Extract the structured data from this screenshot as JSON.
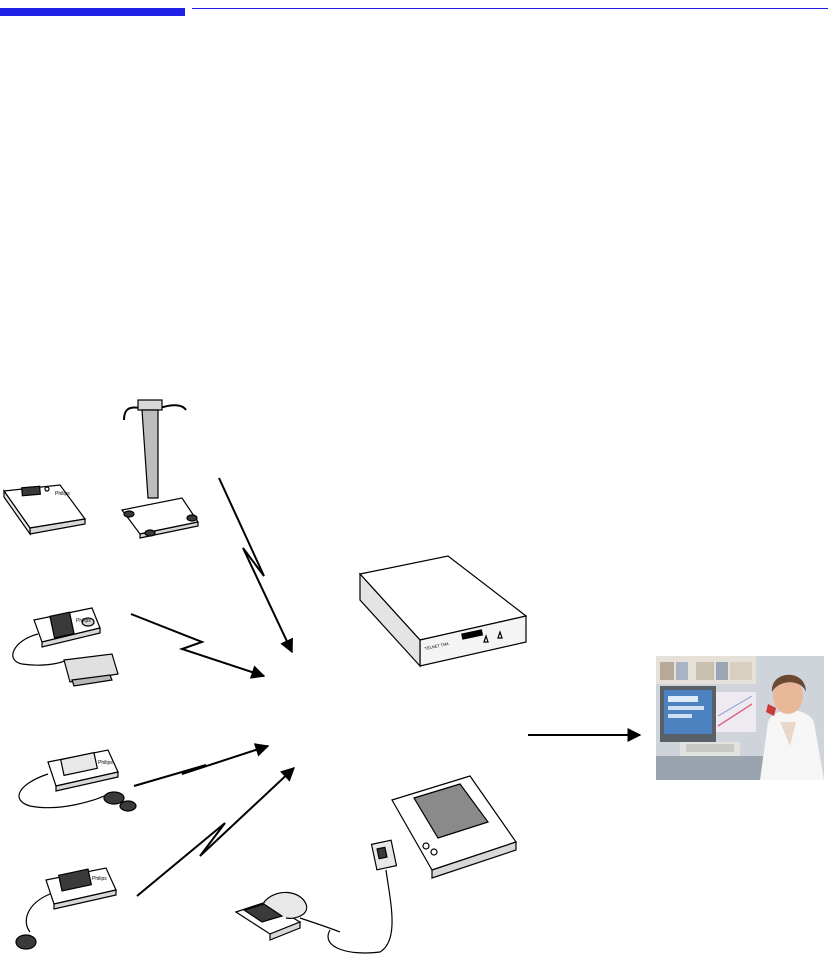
{
  "colors": {
    "header_accent": "#1f1fe6",
    "line": "#000000",
    "device_fill": "#ffffff",
    "device_shade": "#d8d8d8",
    "screen_dark": "#3a3a3a"
  },
  "devices": {
    "hub_label": "TELNET TM4",
    "scale_brand": "Philips",
    "bp_brand": "Philips",
    "glucose_brand": "Philips",
    "pulse_brand": "Philips"
  },
  "icons": {
    "weight_scale": "bathroom-scale-icon",
    "body_analyzer": "body-analyzer-icon",
    "blood_pressure": "blood-pressure-monitor-icon",
    "peak_flow": "meter-with-clip-icon",
    "pulse_oximeter": "pulse-oximeter-icon",
    "hub": "data-hub-box-icon",
    "tablet": "handheld-monitor-icon",
    "pedometer": "foot-sensor-icon",
    "clinician": "clinician-photo"
  }
}
